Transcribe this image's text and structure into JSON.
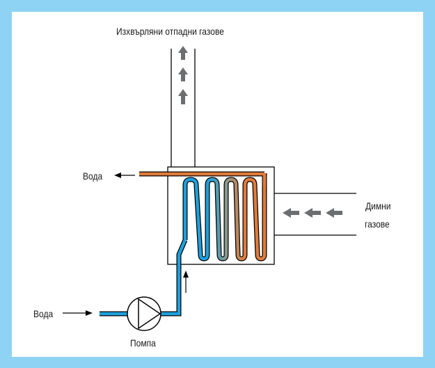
{
  "labels": {
    "exhaust": "Изхвърляни отпадни газове",
    "water_out": "Вода",
    "water_in": "Вода",
    "flue_line1": "Димни",
    "flue_line2": "газове",
    "pump": "Помпа"
  },
  "colors": {
    "frame": "#8fd3f4",
    "cold_pipe": "#1ea0dc",
    "hot_pipe": "#e07b3c",
    "mid_pipe": "#8a9a8c",
    "arrow_gray": "#6d6e70"
  },
  "icons": [
    "gas-flow-arrow-icon",
    "pump-icon",
    "flow-arrow-icon"
  ]
}
